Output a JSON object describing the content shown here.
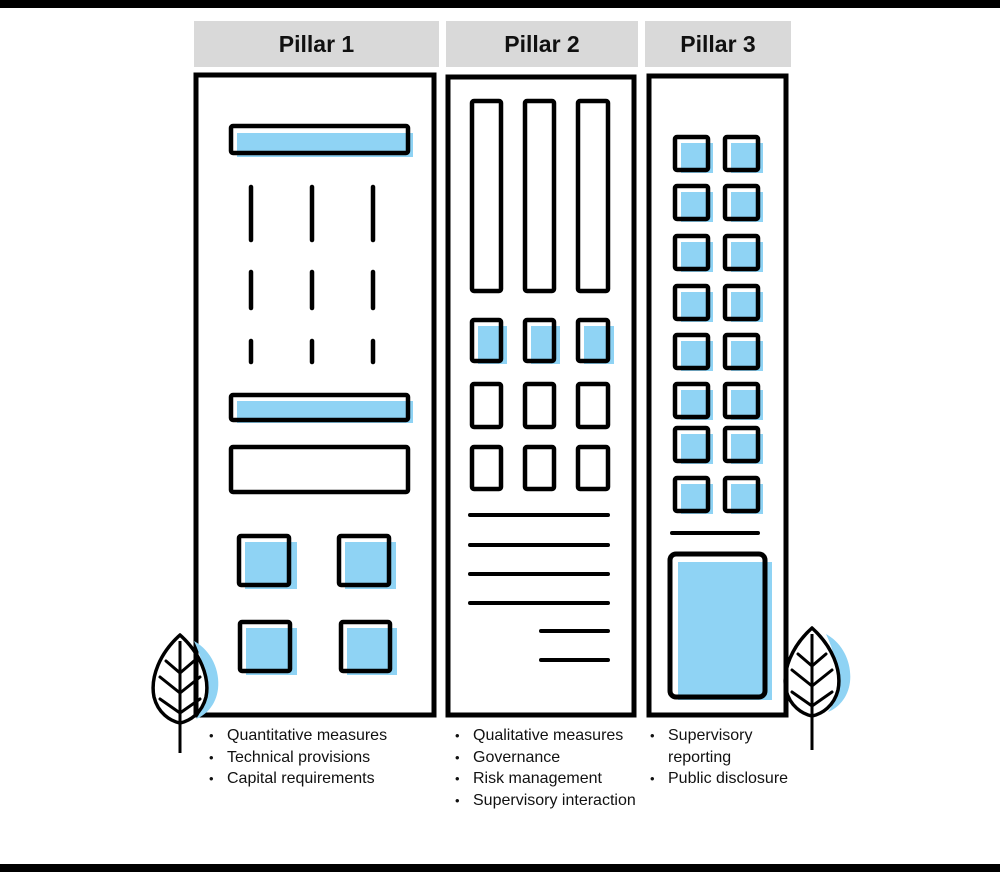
{
  "pillars": [
    {
      "title": "Pillar 1",
      "items": [
        "Quantitative measures",
        "Technical provisions",
        "Capital requirements"
      ]
    },
    {
      "title": "Pillar 2",
      "items": [
        "Qualitative measures",
        "Governance",
        "Risk management",
        "Supervisory interaction"
      ]
    },
    {
      "title": "Pillar 3",
      "items": [
        "Supervisory reporting",
        "Public disclosure"
      ]
    }
  ],
  "colors": {
    "accent": "#8fd3f4",
    "outline": "#000000",
    "header": "#d9d9d9"
  },
  "icons": [
    "leaf-icon"
  ]
}
